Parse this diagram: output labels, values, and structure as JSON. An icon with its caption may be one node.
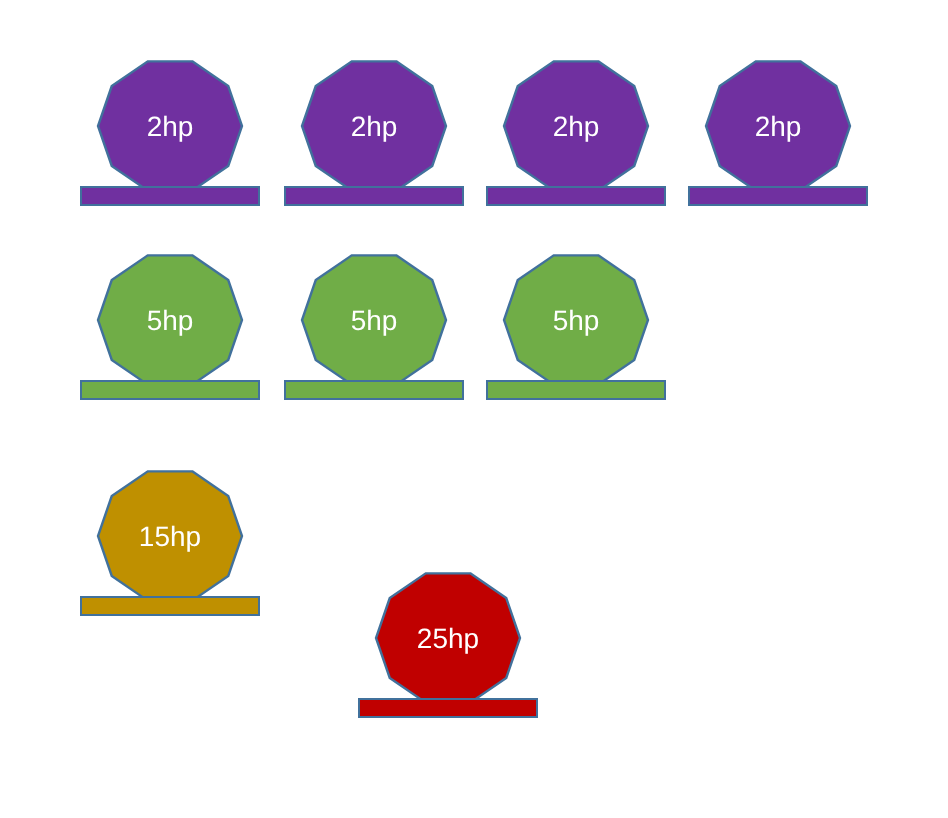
{
  "diagram": {
    "nodes": [
      {
        "text": [
          "2hp"
        ]
      },
      {
        "text": [
          "2hp"
        ]
      },
      {
        "text": [
          "2hp"
        ]
      },
      {
        "text": [
          "2hp"
        ]
      },
      {
        "text": [
          "5hp"
        ]
      },
      {
        "text": [
          "5hp"
        ]
      },
      {
        "text": [
          "5hp"
        ]
      },
      {
        "text": [
          "15hp"
        ]
      },
      {
        "text": [
          "25hp"
        ]
      }
    ]
  }
}
